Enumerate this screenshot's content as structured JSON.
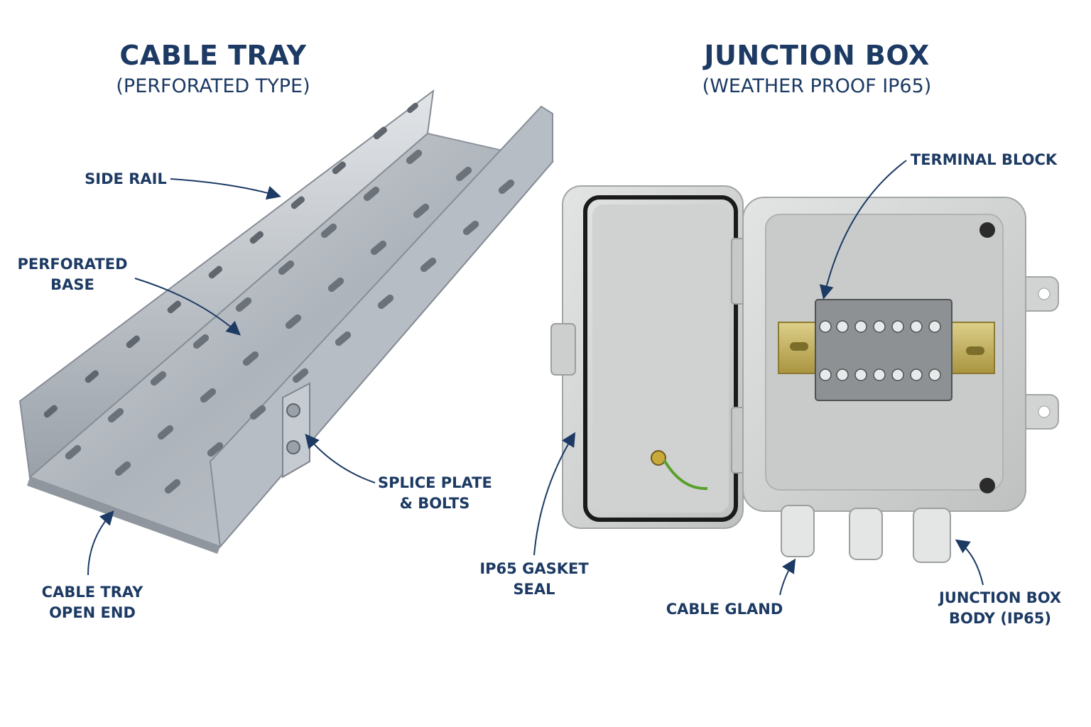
{
  "left": {
    "title": "CABLE TRAY",
    "subtitle": "(PERFORATED TYPE)",
    "labels": {
      "side_rail": "SIDE RAIL",
      "perforated_base_1": "PERFORATED",
      "perforated_base_2": "BASE",
      "splice_1": "SPLICE PLATE",
      "splice_2": "& BOLTS",
      "open_end_1": "CABLE TRAY",
      "open_end_2": "OPEN END"
    }
  },
  "right": {
    "title": "JUNCTION BOX",
    "subtitle": "(WEATHER PROOF IP65)",
    "labels": {
      "terminal_block": "TERMINAL BLOCK",
      "gasket_1": "IP65 GASKET",
      "gasket_2": "SEAL",
      "cable_gland": "CABLE GLAND",
      "body_1": "JUNCTION BOX",
      "body_2": "BODY (IP65)"
    }
  },
  "colors": {
    "text": "#1c3a63",
    "steel": "#b9bfc6",
    "enclosure": "#d4d6d6",
    "din_rail": "#c9b65a"
  }
}
